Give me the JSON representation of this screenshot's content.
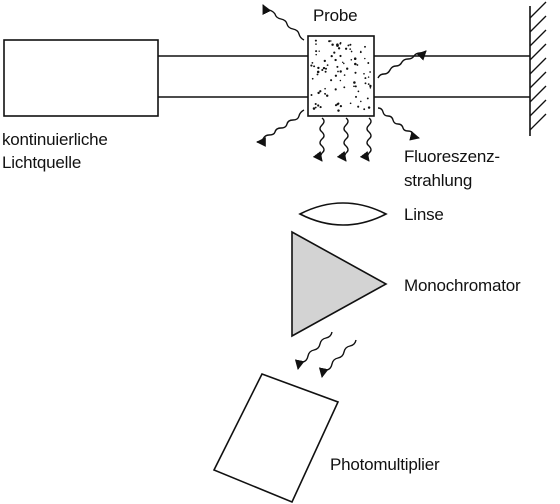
{
  "labels": {
    "probe": "Probe",
    "source_line1": "kontinuierliche",
    "source_line2": "Lichtquelle",
    "fluorescence_line1": "Fluoreszenz-",
    "fluorescence_line2": "strahlung",
    "lens": "Linse",
    "monochromator": "Monochromator",
    "photomultiplier": "Photomultiplier"
  },
  "colors": {
    "line": "#111111",
    "prism_fill": "#d3d3d3",
    "background": "#ffffff"
  }
}
